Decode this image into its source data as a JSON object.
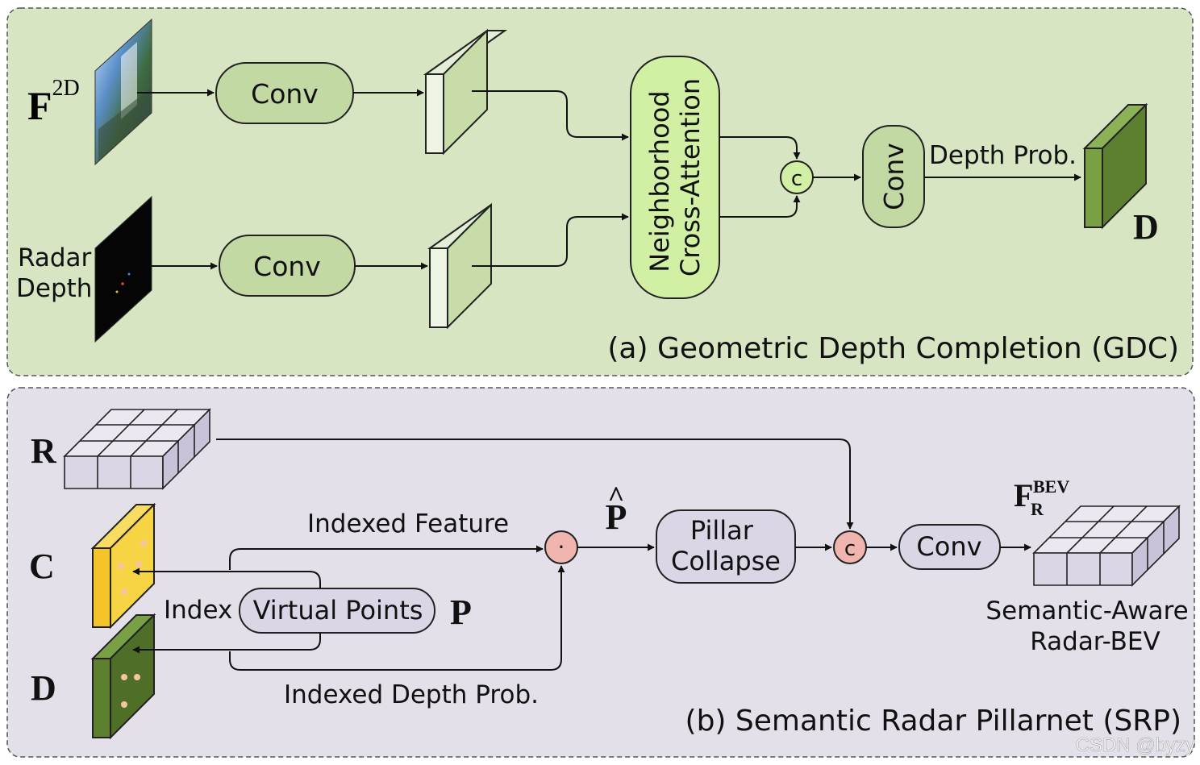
{
  "colors": {
    "gdc_panel_fill": "#d7e5c2",
    "srp_panel_fill": "#e4e0ea",
    "green_block": "#c3d9a4",
    "green_tensor_face": "#c7dca8",
    "green_tensor_front": "#eef4e4",
    "dark_green_tensor": "#5d8030",
    "yellow_tensor": "#f7d443",
    "lavender_block": "#dbd6e6",
    "pink_op": "#efb5ae",
    "neighborhood_fill": "#d1f0a4",
    "points": "#f2c6a0"
  },
  "gdc": {
    "caption": "(a) Geometric Depth Completion (GDC)",
    "input_image_label": {
      "main": "F",
      "sup": "2D"
    },
    "radar_label_line1": "Radar",
    "radar_label_line2": "Depth",
    "conv_top": "Conv",
    "conv_bottom": "Conv",
    "neighborhood_line1": "Neighborhood",
    "neighborhood_line2": "Cross-Attention",
    "concat_symbol": "c",
    "conv_vertical": "Conv",
    "depth_prob_label": "Depth Prob.",
    "output_label": "D"
  },
  "srp": {
    "caption": "(b) Semantic Radar Pillarnet (SRP)",
    "r_label": "R",
    "c_label": "C",
    "d_label": "D",
    "indexed_feature": "Indexed Feature",
    "index_label": "Index",
    "virtual_points": "Virtual Points",
    "p_label": "P",
    "indexed_depth_prob": "Indexed Depth Prob.",
    "mult_symbol": "·",
    "p_hat_label": "P",
    "p_hat_accent": "^",
    "pillar_line1": "Pillar",
    "pillar_line2": "Collapse",
    "concat_symbol": "c",
    "conv": "Conv",
    "output_label": {
      "main": "F",
      "sub": "R",
      "sup": "BEV"
    },
    "output_caption_line1": "Semantic-Aware",
    "output_caption_line2": "Radar-BEV"
  },
  "watermark": "CSDN @byzy"
}
